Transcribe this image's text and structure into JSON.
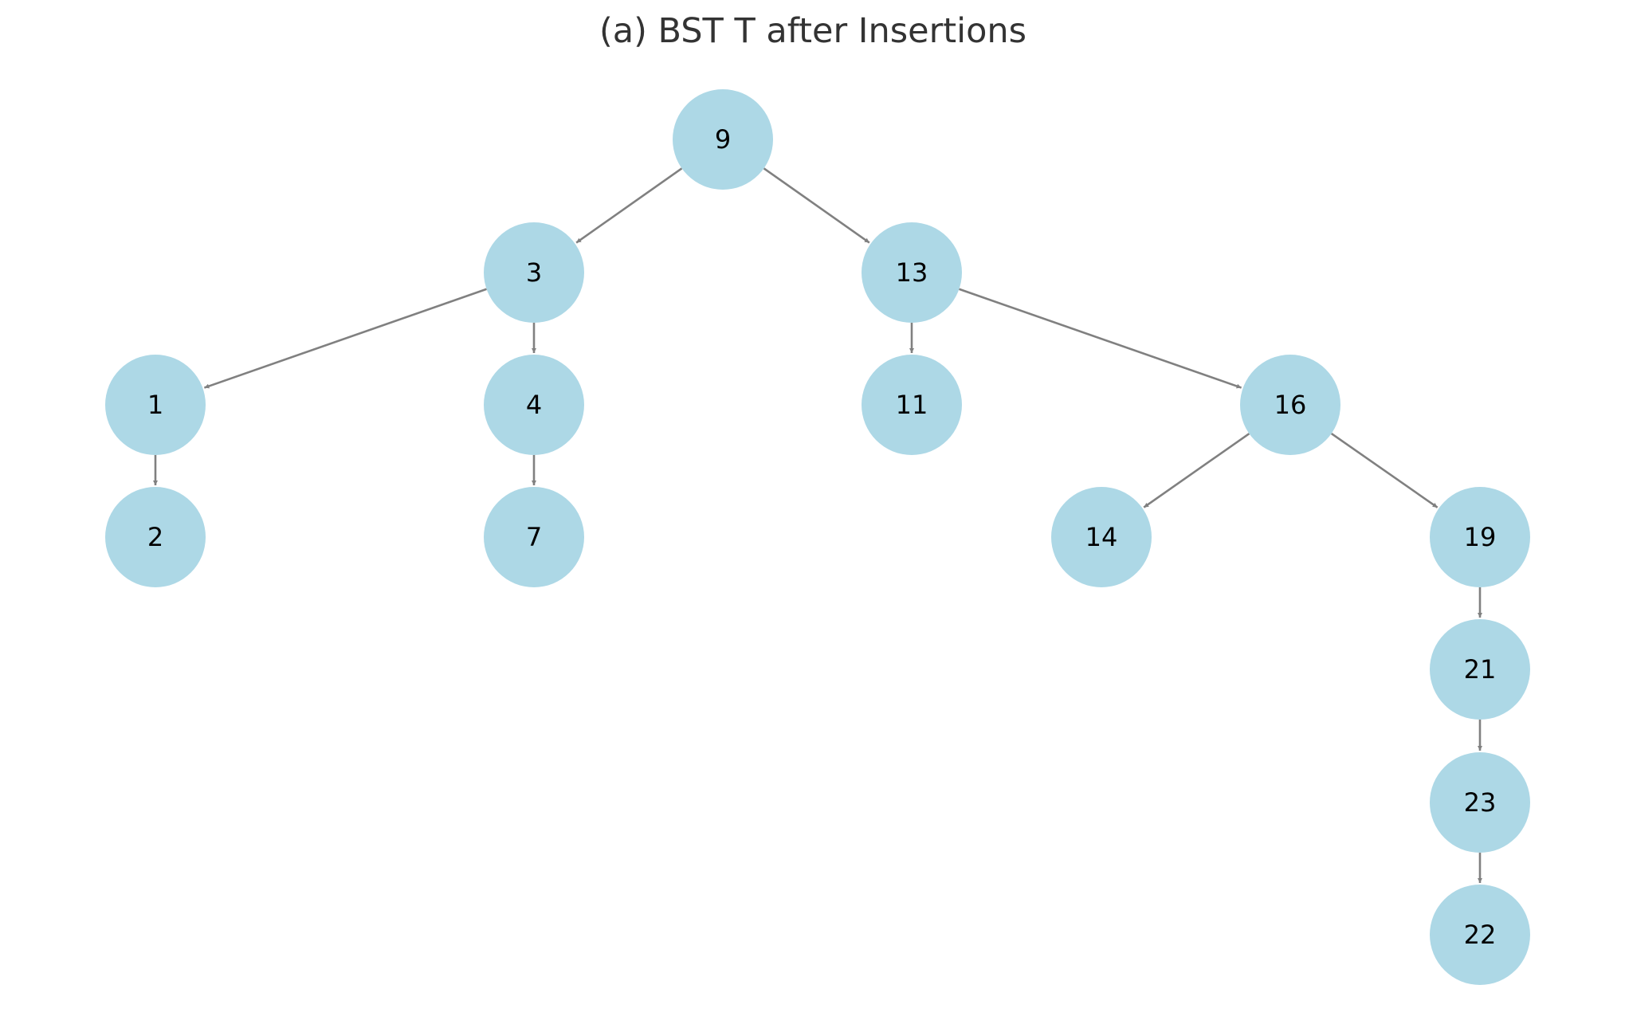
{
  "title": "(a) BST T after Insertions",
  "colors": {
    "node_fill": "#add8e6",
    "edge": "#808080",
    "label": "#000000",
    "title": "#333333"
  },
  "tree": {
    "root": "9",
    "nodes": [
      "9",
      "3",
      "13",
      "1",
      "4",
      "11",
      "16",
      "2",
      "7",
      "14",
      "19",
      "21",
      "23",
      "22"
    ],
    "edges": [
      {
        "from": "9",
        "to": "3"
      },
      {
        "from": "9",
        "to": "13"
      },
      {
        "from": "3",
        "to": "1"
      },
      {
        "from": "3",
        "to": "4"
      },
      {
        "from": "13",
        "to": "11"
      },
      {
        "from": "13",
        "to": "16"
      },
      {
        "from": "1",
        "to": "2"
      },
      {
        "from": "4",
        "to": "7"
      },
      {
        "from": "16",
        "to": "14"
      },
      {
        "from": "16",
        "to": "19"
      },
      {
        "from": "19",
        "to": "21"
      },
      {
        "from": "21",
        "to": "23"
      },
      {
        "from": "23",
        "to": "22"
      }
    ]
  }
}
